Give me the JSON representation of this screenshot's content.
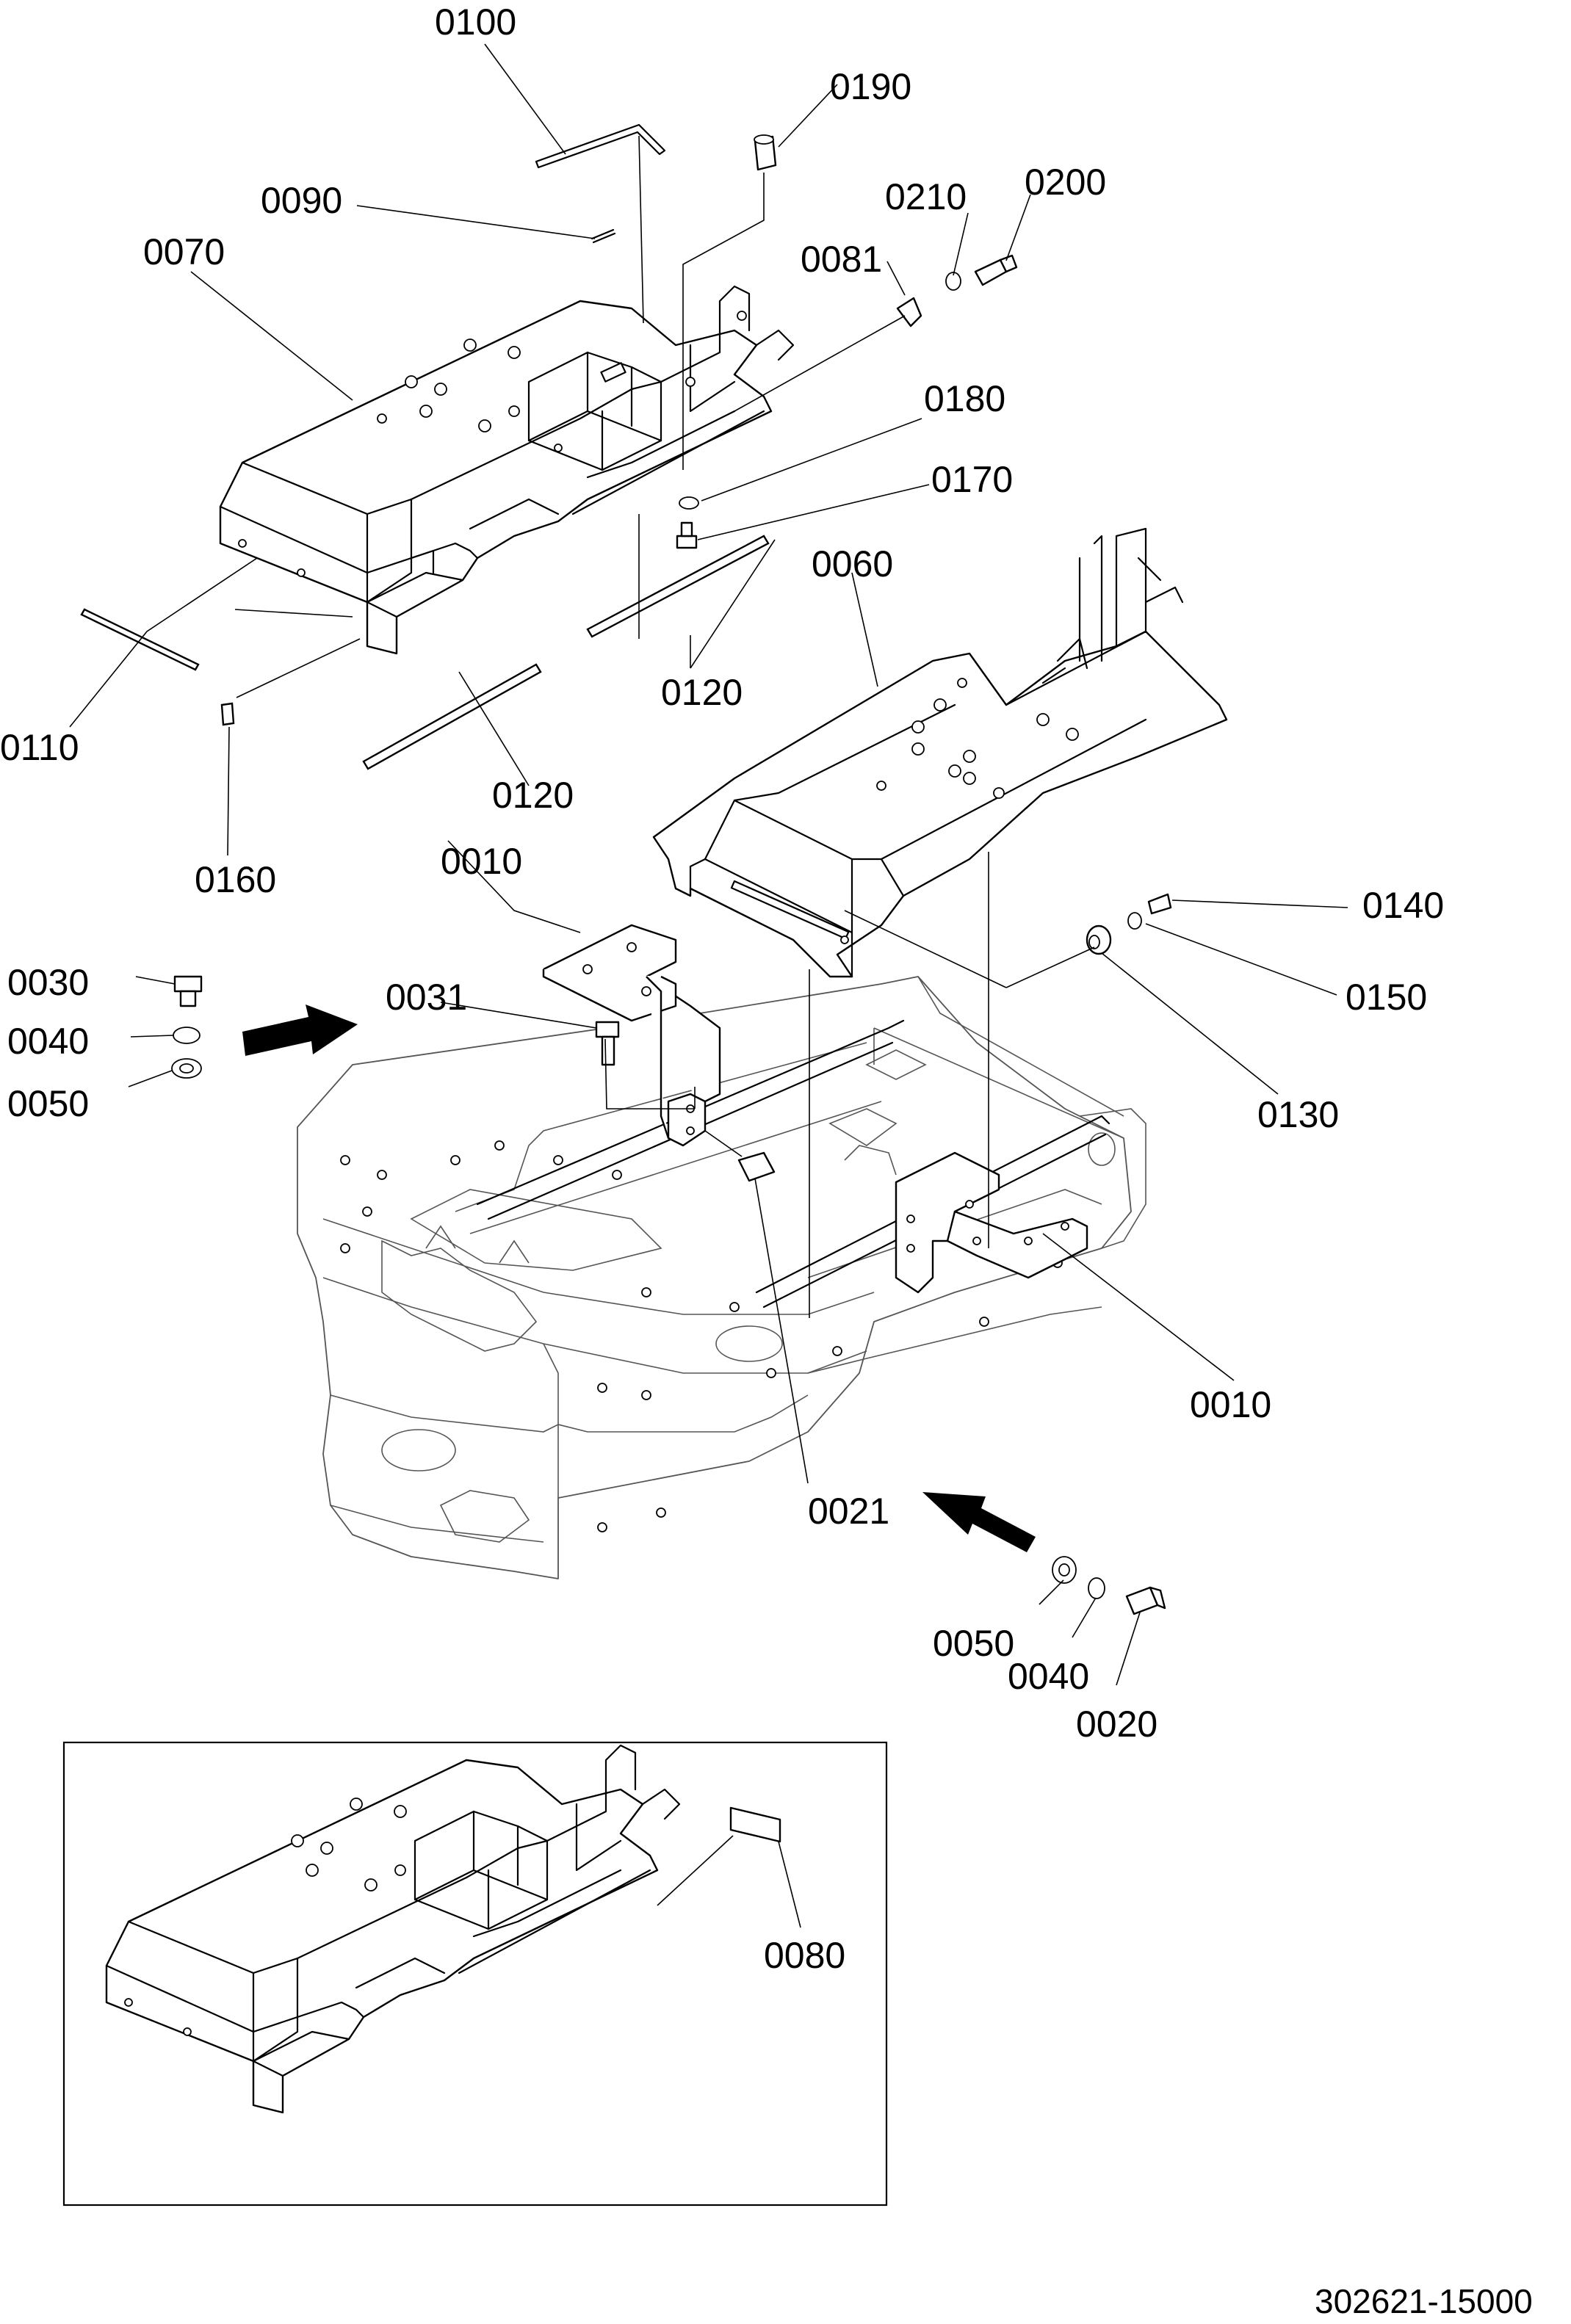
{
  "labels": {
    "p0100": "0100",
    "p0190": "0190",
    "p0090": "0090",
    "p0210": "0210",
    "p0200": "0200",
    "p0070": "0070",
    "p0081": "0081",
    "p0180": "0180",
    "p0170": "0170",
    "p0060": "0060",
    "p0110": "0110",
    "p0120a": "0120",
    "p0120b": "0120",
    "p0160": "0160",
    "p0010a": "0010",
    "p0140": "0140",
    "p0030": "0030",
    "p0031": "0031",
    "p0150": "0150",
    "p0040a": "0040",
    "p0050a": "0050",
    "p0130": "0130",
    "p0010b": "0010",
    "p0021": "0021",
    "p0050b": "0050",
    "p0040b": "0040",
    "p0020": "0020",
    "p0080": "0080"
  },
  "drawing_number": "302621-15000"
}
